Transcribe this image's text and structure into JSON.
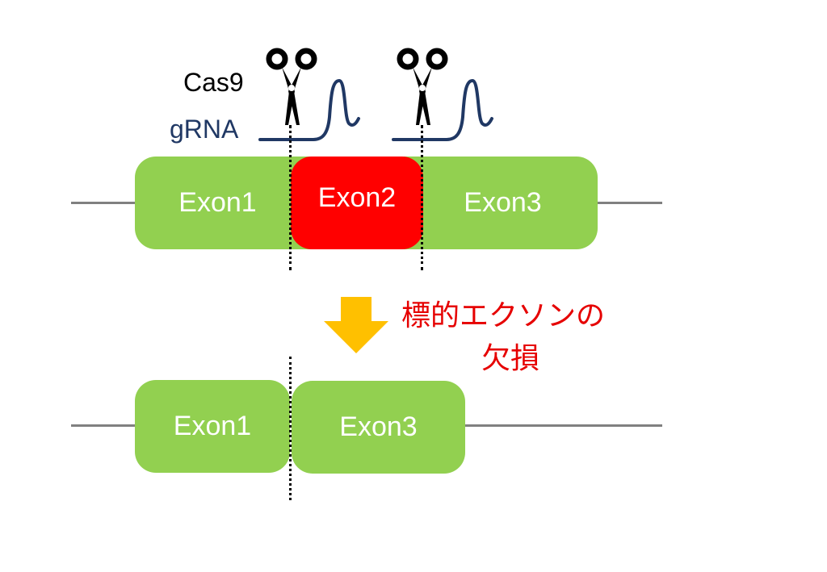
{
  "colors": {
    "exon": "#92D050",
    "target_exon": "#FF0000",
    "intron_line": "#808080",
    "grna": "#203864",
    "arrow": "#FFC000",
    "annotation": "#E60000",
    "cut_line": "#000000",
    "cas9_label": "#000000"
  },
  "labels": {
    "cas9": "Cas9",
    "grna": "gRNA"
  },
  "before": {
    "exons": [
      {
        "label": "Exon1",
        "target": false
      },
      {
        "label": "Exon2",
        "target": true
      },
      {
        "label": "Exon3",
        "target": false
      }
    ]
  },
  "annotation": {
    "line1": "標的エクソンの",
    "line2": "欠損"
  },
  "after": {
    "exons": [
      {
        "label": "Exon1"
      },
      {
        "label": "Exon3"
      }
    ]
  },
  "icons": {
    "cut_tool": "scissors-icon",
    "guide": "grna-strand-icon",
    "process": "arrow-down-icon"
  }
}
